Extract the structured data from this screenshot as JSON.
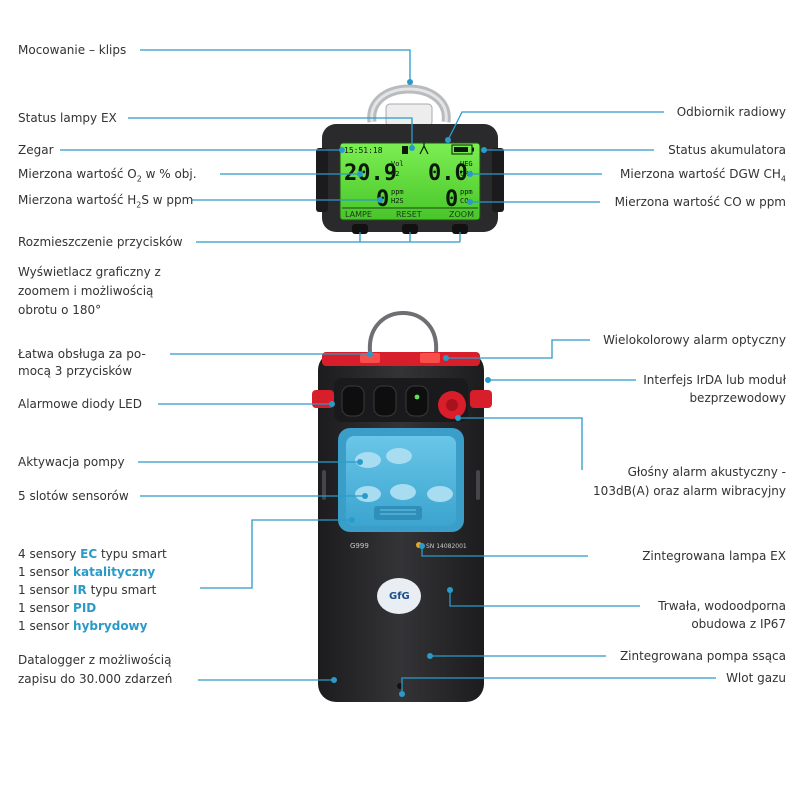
{
  "labels": {
    "mount_clip": "Mocowanie – klips",
    "ex_lamp_status": "Status lampy EX",
    "clock": "Zegar",
    "o2_prefix": "Mierzona wartość O",
    "o2_sub": "2",
    "o2_suffix": " w % obj.",
    "h2s_prefix": "Mierzona wartość H",
    "h2s_sub": "2",
    "h2s_suffix": "S w ppm",
    "button_layout": "Rozmieszczenie przycisków",
    "graphic_display_l1": "Wyświetlacz graficzny z",
    "graphic_display_l2": "zoomem i możliwością",
    "graphic_display_l3": "obrotu o 180°",
    "easy_use_l1": "Łatwa obsługa za po-",
    "easy_use_l2": "mocą 3 przycisków",
    "alarm_leds": "Alarmowe diody LED",
    "pump_activation": "Aktywacja pompy",
    "sensor_slots": "5 slotów sensorów",
    "sensors": {
      "s1_pre": "4 sensory ",
      "s1_hl": "EC",
      "s1_post": " typu smart",
      "s2_pre": "1 sensor ",
      "s2_hl": "katalityczny",
      "s3_pre": "1 sensor ",
      "s3_hl": "IR",
      "s3_post": " typu smart",
      "s4_pre": "1 sensor ",
      "s4_hl": "PID",
      "s5_pre": "1 sensor ",
      "s5_hl": "hybrydowy"
    },
    "datalogger_l1": "Datalogger z możliwością",
    "datalogger_l2": "zapisu do 30.000 zdarzeń",
    "radio_receiver": "Odbiornik radiowy",
    "battery_status": "Status akumulatora",
    "dgw_prefix": "Mierzona wartość DGW CH",
    "dgw_sub": "4",
    "co_ppm": "Mierzona wartość CO w ppm",
    "optical_alarm": "Wielokolorowy alarm optyczny",
    "irda_l1": "Interfejs IrDA lub moduł",
    "irda_l2": "bezprzewodowy",
    "acoustic_l1": "Głośny alarm akustyczny -",
    "acoustic_l2": "103dB(A) oraz alarm wibracyjny",
    "ex_lamp": "Zintegrowana lampa EX",
    "housing_l1": "Trwała, wodoodporna",
    "housing_l2": "obudowa z IP67",
    "pump": "Zintegrowana pompa ssąca",
    "gas_inlet": "Wlot gazu"
  },
  "lcd": {
    "clock": "15:51:18",
    "o2_value": "20.9",
    "o2_unit_top": "Vol",
    "o2_unit_bottom": "O2",
    "lel_value": "0.0",
    "lel_unit_top": "UEG",
    "lel_unit_bottom": "CH4",
    "h2s_value": "0",
    "h2s_unit_top": "ppm",
    "h2s_unit_bottom": "H2S",
    "co_value": "0",
    "co_unit_top": "ppm",
    "co_unit_bottom": "CO",
    "softkey_left": "LAMPE",
    "softkey_mid": "RESET",
    "softkey_right": "ZOOM"
  },
  "device": {
    "model": "G999",
    "serial": "SN 14082001",
    "logo": "GfG"
  },
  "colors": {
    "leader": "#2a9bc8",
    "highlight": "#2a9bc8",
    "lcd_bg": "#5fdc3c",
    "housing": "#2b2b2d",
    "alarm_red": "#d81e2a",
    "sensor_cover": "#4fb6dc"
  }
}
